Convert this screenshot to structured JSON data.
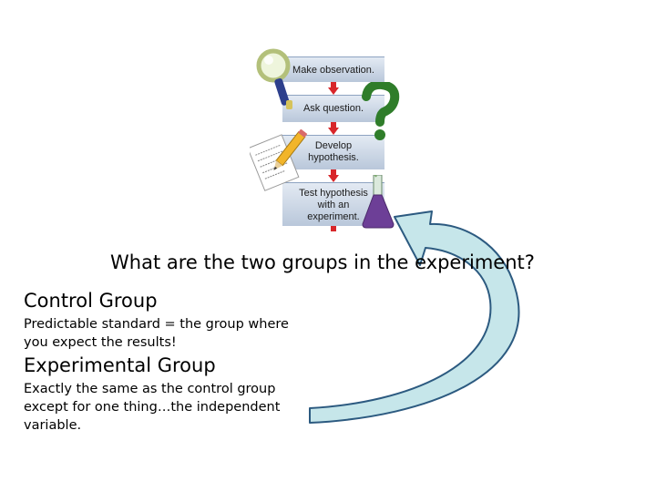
{
  "flowchart": {
    "steps": [
      "Make observation.",
      "Ask question.",
      "Develop hypothesis.",
      "Test hypothesis with an experiment."
    ],
    "step_color": "#c9d4e3",
    "arrow_color": "#d8262a"
  },
  "slide": {
    "question": "What are the two groups in the experiment?",
    "control_heading": "Control Group",
    "control_desc": "Predictable standard = the group where\nyou expect the results!",
    "experimental_heading": "Experimental Group",
    "experimental_desc": "Exactly the same as the control group\nexcept for one thing…the independent\nvariable."
  },
  "cycle_arrow": {
    "fill": "#c6e6ea",
    "stroke": "#2c5a80"
  },
  "icons": [
    "magnifying-glass-icon",
    "question-mark-icon",
    "pencil-paper-icon",
    "flask-icon"
  ]
}
